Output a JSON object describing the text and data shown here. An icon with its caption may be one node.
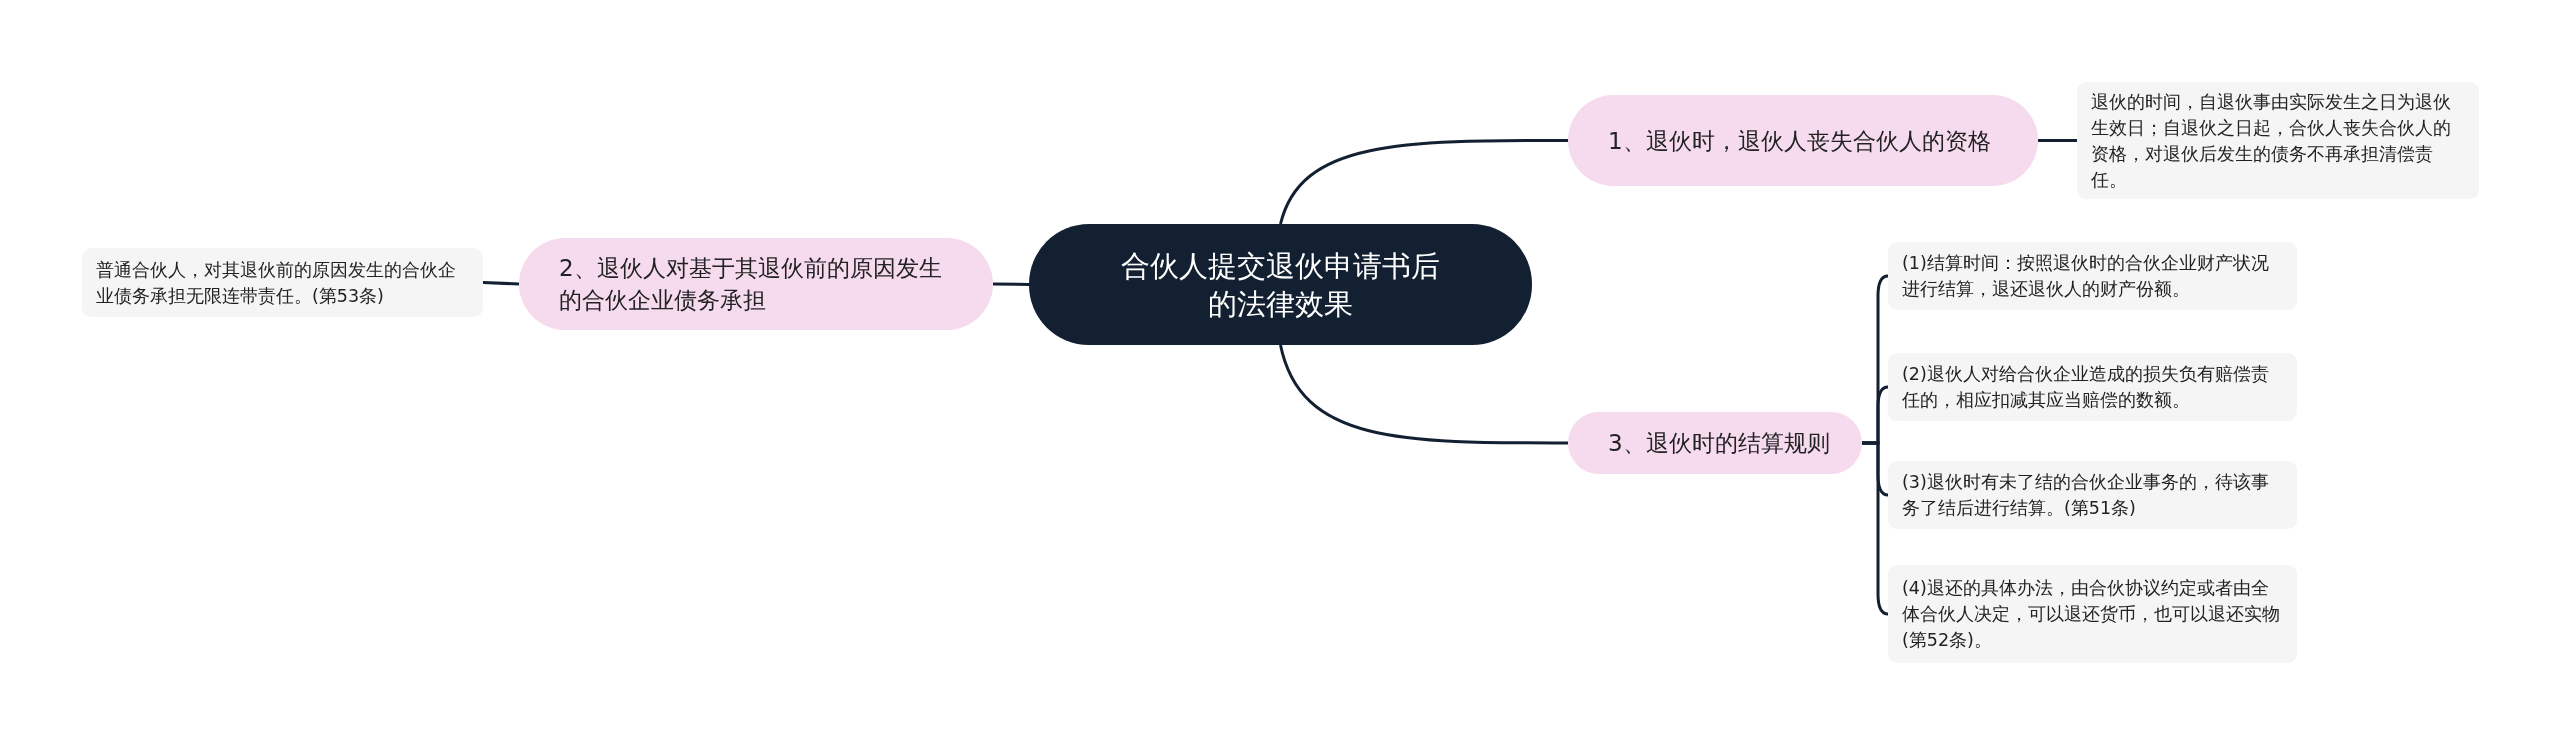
{
  "diagram": {
    "nodes": [
      {
        "text": [
          "合伙人提交退伙申请书后的法律效果"
        ]
      },
      {
        "text": [
          "1、退伙时，退伙人丧失合伙人的资格"
        ]
      },
      {
        "text": [
          "退伙的时间，自退伙事由实际发生之日为退伙生效日；自退伙之日起，合伙人丧失合伙人的资格，对退伙后发生的债务不再承担清偿责任。"
        ]
      },
      {
        "text": [
          "2、退伙人对基于其退伙前的原因发生的合伙企业债务承担"
        ]
      },
      {
        "text": [
          "普通合伙人，对其退伙前的原因发生的合伙企业债务承担无限连带责任。(第53条)"
        ]
      },
      {
        "text": [
          "3、退伙时的结算规则"
        ]
      },
      {
        "text": [
          "(1)结算时间：按照退伙时的合伙企业财产状况进行结算，退还退伙人的财产份额。"
        ]
      },
      {
        "text": [
          "(2)退伙人对给合伙企业造成的损失负有赔偿责任的，相应扣减其应当赔偿的数额。"
        ]
      },
      {
        "text": [
          "(3)退伙时有未了结的合伙企业事务的，待该事务了结后进行结算。(第51条)"
        ]
      },
      {
        "text": [
          "(4)退还的具体办法，由合伙协议约定或者由全体合伙人决定，可以退还货币，也可以退还实物(第52条)。"
        ]
      }
    ],
    "edges": [
      {
        "from": 0,
        "to": 1,
        "arrow": "none"
      },
      {
        "from": 1,
        "to": 2,
        "arrow": "none"
      },
      {
        "from": 0,
        "to": 3,
        "arrow": "none"
      },
      {
        "from": 3,
        "to": 4,
        "arrow": "none"
      },
      {
        "from": 0,
        "to": 5,
        "arrow": "none"
      },
      {
        "from": 5,
        "to": 6,
        "arrow": "none"
      },
      {
        "from": 5,
        "to": 7,
        "arrow": "none"
      },
      {
        "from": 5,
        "to": 8,
        "arrow": "none"
      },
      {
        "from": 5,
        "to": 9,
        "arrow": "none"
      }
    ]
  }
}
